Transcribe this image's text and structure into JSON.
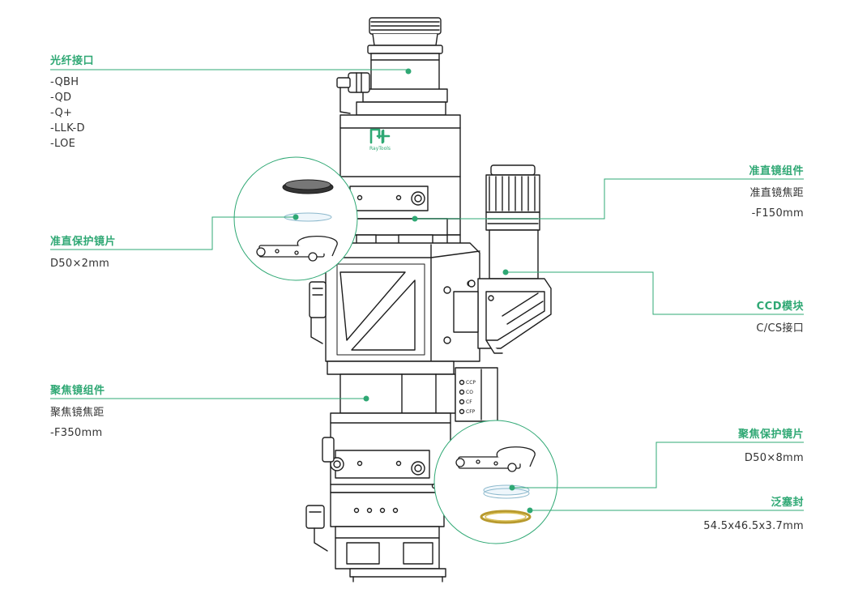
{
  "accent_color": "#2fa874",
  "text_color": "#333333",
  "callouts": {
    "fiber_interface": {
      "title": "光纤接口",
      "items": [
        "-QBH",
        "-QD",
        "-Q+",
        "-LLK-D",
        "-LOE"
      ]
    },
    "collimator_protective_lens": {
      "title": "准直保护镜片",
      "spec": "D50×2mm"
    },
    "focusing_lens_assembly": {
      "title": "聚焦镜组件",
      "line1": "聚焦镜焦距",
      "line2": "-F350mm"
    },
    "collimating_lens_assembly": {
      "title": "准直镜组件",
      "line1": "准直镜焦距",
      "line2": "-F150mm"
    },
    "ccd_module": {
      "title": "CCD模块",
      "line1": "C/CS接口"
    },
    "focusing_protective_lens": {
      "title": "聚焦保护镜片",
      "spec": "D50×8mm"
    },
    "flood_seal": {
      "title": "泛塞封",
      "spec": "54.5x46.5x3.7mm"
    }
  },
  "device": {
    "brand_text": "RayTools",
    "status_labels": [
      "CCP",
      "CO",
      "CF",
      "CFP"
    ]
  },
  "icons": [
    "brand-logo-icon"
  ]
}
